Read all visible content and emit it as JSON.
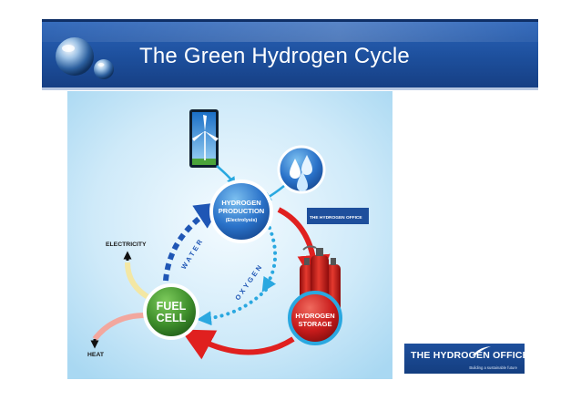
{
  "slide": {
    "title": "The Green Hydrogen Cycle"
  },
  "colors": {
    "title_bar": "#1d4f9c",
    "cycle_arrow_red": "#e0201f",
    "water_arrow_blue": "#1f56b5",
    "oxygen_dots": "#2aa8e0",
    "fuel_cell_green": "#3e8e2b",
    "storage_red": "#d21e1e",
    "production_blue": "#2a72c9"
  },
  "diagram": {
    "production": {
      "line1": "HYDROGEN",
      "line2": "PRODUCTION",
      "line3": "(Electrolysis)"
    },
    "fuel_cell": {
      "line1": "FUEL",
      "line2": "CELL"
    },
    "storage": {
      "line1": "HYDROGEN",
      "line2": "STORAGE"
    },
    "labels": {
      "electricity": "ELECTRICITY",
      "heat": "HEAT",
      "water": "WATER",
      "oxygen": "OXYGEN"
    },
    "small_logo": {
      "text": "THE HYDROGEN OFFICE"
    },
    "icons": [
      "wind-turbine-icon",
      "water-drops-icon",
      "gas-cylinders-icon"
    ]
  },
  "brand": {
    "name": "THE HYDROGEN OFFICE",
    "trademark": "™",
    "tagline": "Building a sustainable future"
  }
}
